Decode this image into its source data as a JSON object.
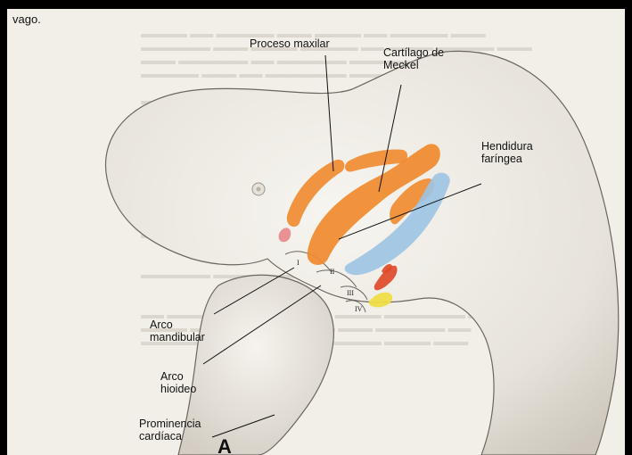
{
  "header": {
    "fragment": "vago."
  },
  "labels": {
    "proceso_maxilar": "Proceso maxilar",
    "cartilago_meckel_1": "Cartílago de",
    "cartilago_meckel_2": "Meckel",
    "hendidura_1": "Hendidura",
    "hendidura_2": "faríngea",
    "arco_mand_1": "Arco",
    "arco_mand_2": "mandibular",
    "arco_hioideo_1": "Arco",
    "arco_hioideo_2": "hioideo",
    "prominencia_1": "Prominencia",
    "prominencia_2": "cardíaca"
  },
  "arch_numerals": [
    "I",
    "II",
    "III",
    "IV"
  ],
  "figure_letter": "A",
  "colors": {
    "orange": "#f08a2e",
    "blue": "#9cc3e4",
    "red": "#e04a2a",
    "yellow": "#eedd45",
    "pink": "#e8868a"
  }
}
